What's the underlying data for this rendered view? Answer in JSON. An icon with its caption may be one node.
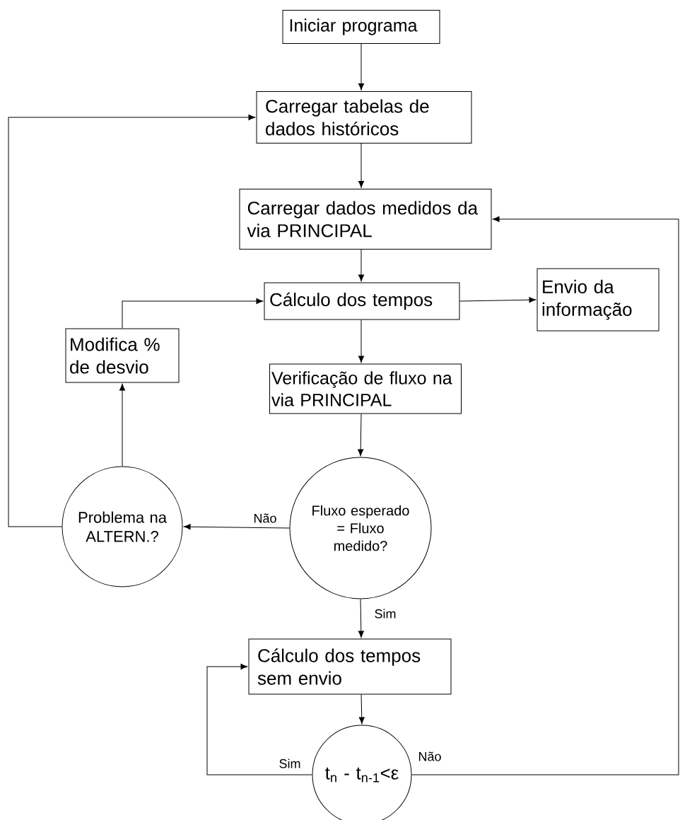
{
  "diagram": {
    "nodes": [
      {
        "text": [
          "Iniciar programa"
        ]
      },
      {
        "text": [
          "Carregar tabelas de dados históricos"
        ]
      },
      {
        "text": [
          "Carregar dados medidos da via PRINCIPAL"
        ]
      },
      {
        "text": [
          "Cálculo dos tempos"
        ]
      },
      {
        "text": [
          "Envio da informação"
        ]
      },
      {
        "text": [
          "Modifica % de desvio"
        ]
      },
      {
        "text": [
          "Verificação de fluxo na via PRINCIPAL"
        ]
      },
      {
        "text": [
          "Fluxo esperado = Fluxo medido?"
        ]
      },
      {
        "text": [
          "Problema na ALTERN.?"
        ]
      },
      {
        "text": [
          "Cálculo dos tempos sem envio"
        ]
      },
      {
        "text": [
          "t$_{n}$ - t$_{n-1}$<ε"
        ]
      }
    ],
    "edges": [
      {
        "from": 0,
        "to": 1,
        "arrow": "to"
      },
      {
        "from": 1,
        "to": 2,
        "arrow": "to"
      },
      {
        "from": 2,
        "to": 3,
        "arrow": "to"
      },
      {
        "from": 3,
        "to": 4,
        "arrow": "to"
      },
      {
        "from": 3,
        "to": 6,
        "arrow": "to"
      },
      {
        "from": 6,
        "to": 7,
        "arrow": "to"
      },
      {
        "from": 7,
        "to": 8,
        "arrow": "to",
        "label": "Não"
      },
      {
        "from": 8,
        "to": 5,
        "arrow": "to"
      },
      {
        "from": 5,
        "to": 3,
        "arrow": "to"
      },
      {
        "from": 8,
        "to": 1,
        "arrow": "to"
      },
      {
        "from": 7,
        "to": 9,
        "arrow": "to",
        "label": "Sim"
      },
      {
        "from": 9,
        "to": 10,
        "arrow": "to"
      },
      {
        "from": 10,
        "to": 9,
        "arrow": "to",
        "label": "Sim"
      },
      {
        "from": 10,
        "to": 2,
        "arrow": "to",
        "label": "Não"
      }
    ]
  }
}
